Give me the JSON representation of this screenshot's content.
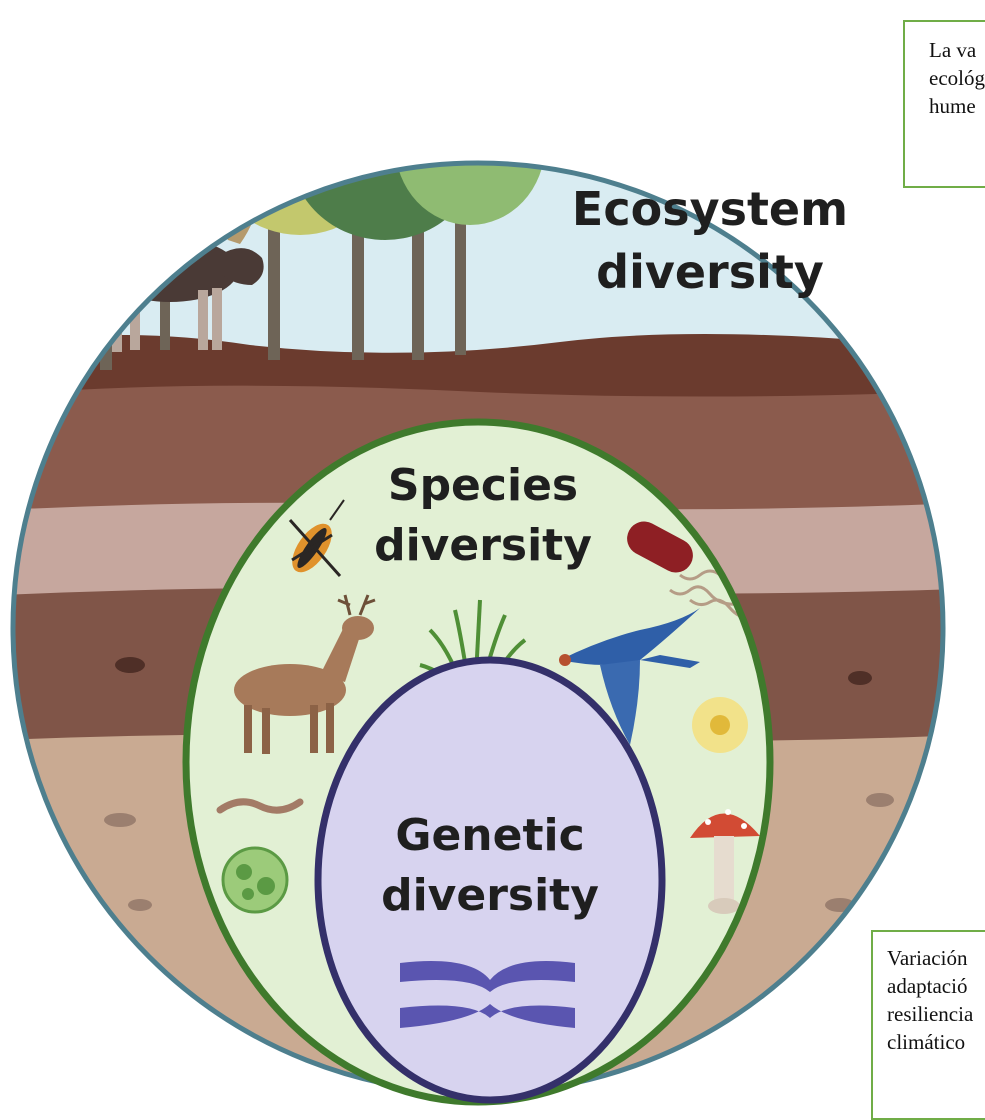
{
  "diagram": {
    "ecosystem": {
      "line1": "Ecosystem",
      "line2": "diversity"
    },
    "species": {
      "line1": "Species",
      "line2": "diversity"
    },
    "genetic": {
      "line1": "Genetic",
      "line2": "diversity"
    }
  },
  "notes": {
    "top": [
      "La va",
      "ecológ",
      "hume"
    ],
    "bottom": [
      "Variación",
      "adaptació",
      "resiliencia",
      "climático"
    ]
  },
  "colors": {
    "outer_ring": "#4e7f8e",
    "species_ring": "#3f7a2c",
    "species_fill": "#e2f0d4",
    "genetic_ring": "#34306a",
    "genetic_fill": "#d7d3ef",
    "sky": "#d9ecf2",
    "note_border": "#70ad47"
  },
  "icons": [
    "moose-icon",
    "tree-icon",
    "beetle-icon",
    "bacterium-icon",
    "deer-icon",
    "grass-icon",
    "swallow-icon",
    "flower-icon",
    "worm-icon",
    "mushroom-icon",
    "algae-cell-icon",
    "chromosome-icon"
  ]
}
